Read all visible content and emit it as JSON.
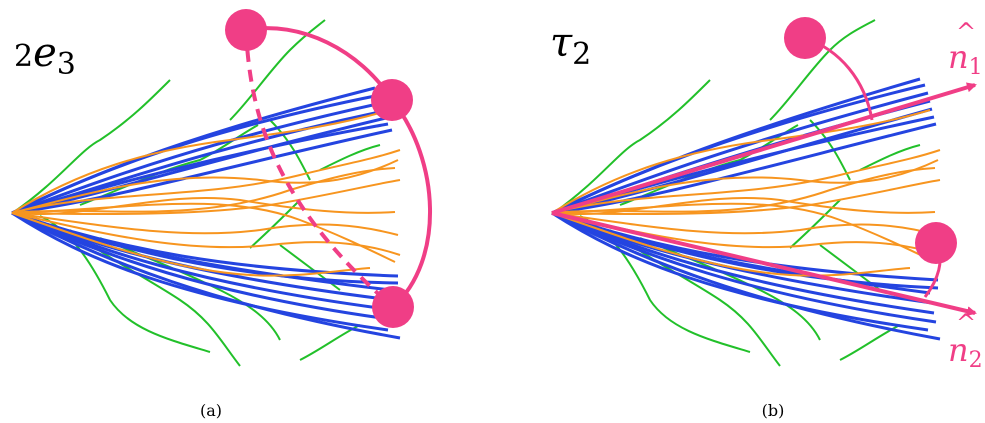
{
  "panels": [
    {
      "label_base": "e",
      "label_pre_sub": "2",
      "label_sub": "3",
      "caption": "(a)"
    },
    {
      "label_base": "τ",
      "label_sub": "2",
      "axis1_hat": "^",
      "axis1_base": "n",
      "axis1_sub": "1",
      "axis2_hat": "^",
      "axis2_base": "n",
      "axis2_sub": "2",
      "caption": "(b)"
    }
  ],
  "colors": {
    "blue": "#2444e0",
    "orange": "#f7951f",
    "green": "#22c02a",
    "magenta": "#f03e86",
    "text": "#000000"
  }
}
